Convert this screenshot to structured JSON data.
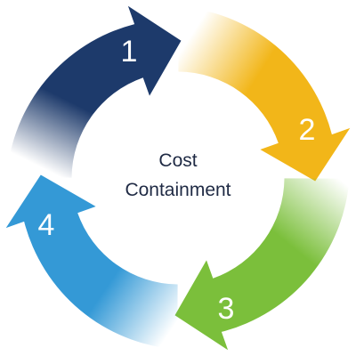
{
  "center": {
    "line1": "Cost",
    "line2": "Containment"
  },
  "steps": [
    {
      "label": "1",
      "color": "#1d3a6b"
    },
    {
      "label": "2",
      "color": "#f2b619"
    },
    {
      "label": "3",
      "color": "#7bbf3b"
    },
    {
      "label": "4",
      "color": "#3499d6"
    }
  ]
}
